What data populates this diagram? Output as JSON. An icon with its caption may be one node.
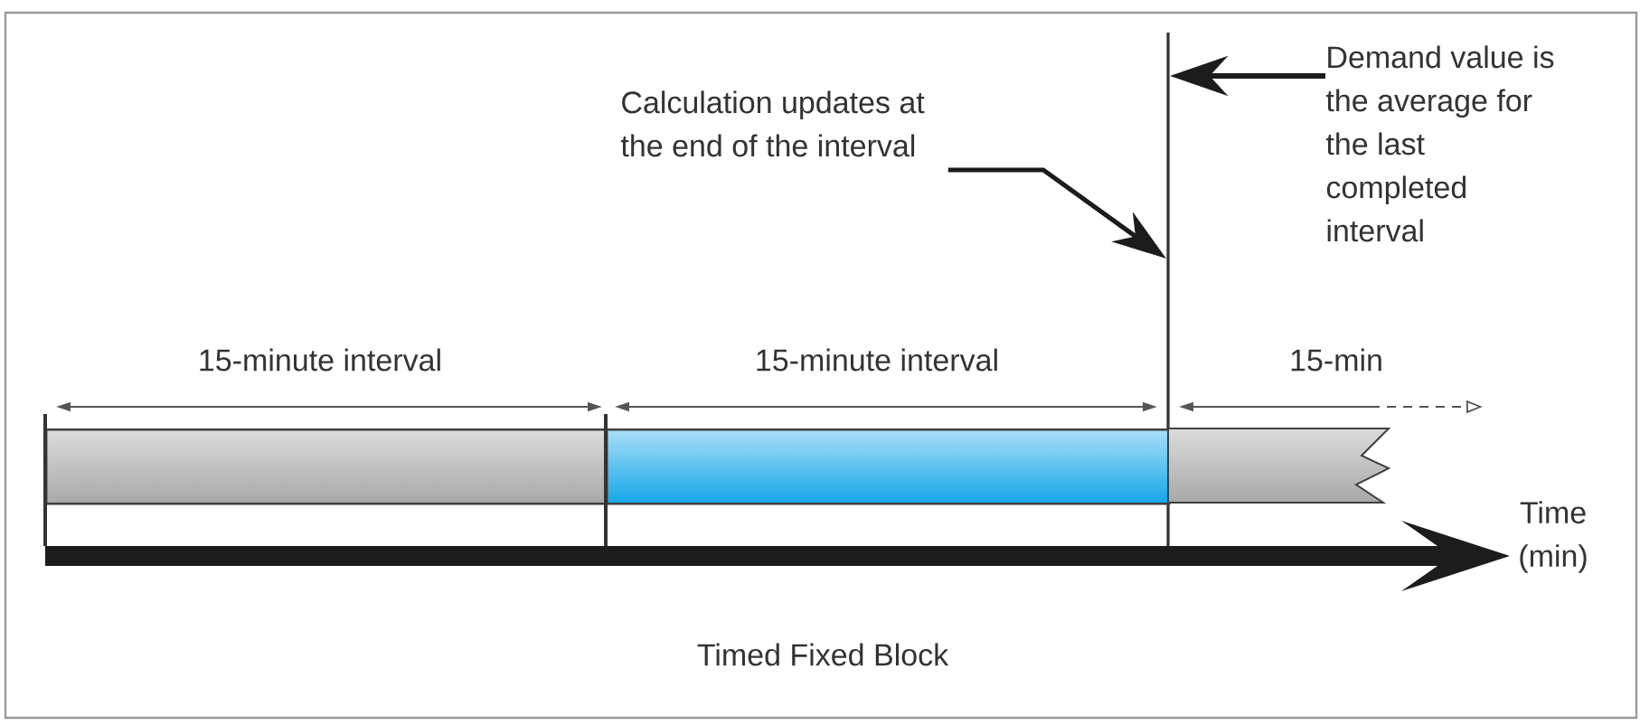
{
  "diagram": {
    "caption": "Timed Fixed Block",
    "nodes": [
      {
        "text": [
          "Calculation updates at the end of the interval"
        ]
      },
      {
        "text": [
          "Demand value is the average for the last completed interval"
        ]
      },
      {
        "text": [],
        "shape": "line"
      },
      {
        "text": [],
        "shape": "bar",
        "beside": [
          "15-minute interval"
        ]
      },
      {
        "text": [],
        "shape": "bar",
        "beside": [
          "15-minute interval"
        ]
      },
      {
        "text": [],
        "shape": "bar",
        "beside": [
          "15-min"
        ]
      }
    ],
    "edges": [
      {
        "from": 0,
        "to": 2,
        "arrow": "to"
      },
      {
        "from": 1,
        "to": 2,
        "arrow": "to"
      }
    ],
    "labels": [
      "Time (min)"
    ]
  }
}
